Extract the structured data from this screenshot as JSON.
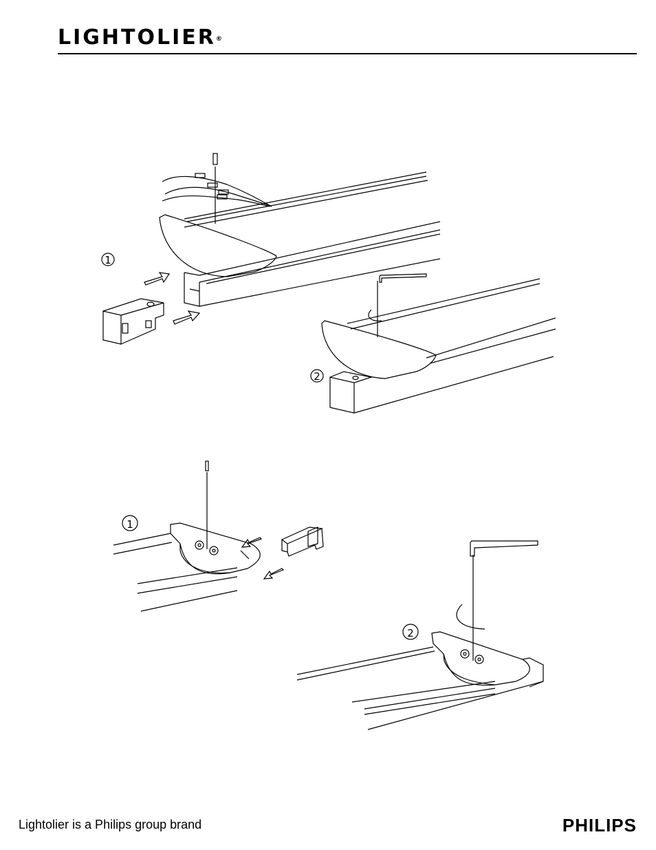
{
  "header": {
    "logo_text": "LIGHTOLIER",
    "registered_mark": "®"
  },
  "illustrations": {
    "top_step_1": "1",
    "top_step_2": "2",
    "bottom_step_1": "1",
    "bottom_step_2": "2"
  },
  "footer": {
    "brand_statement": "Lightolier is a Philips group brand",
    "philips_logo": "PHILIPS"
  }
}
